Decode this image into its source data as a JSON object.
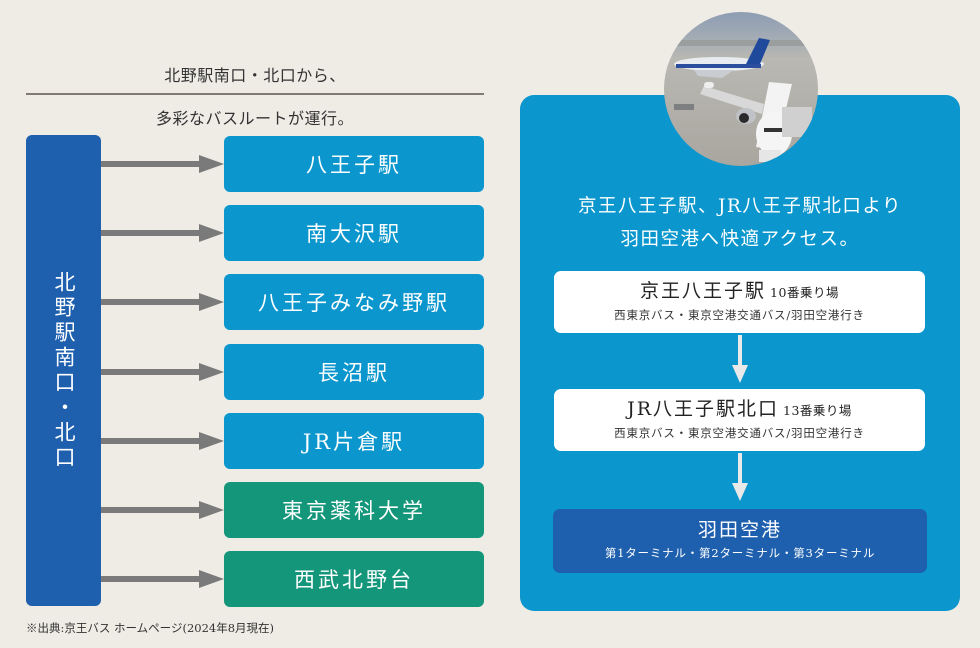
{
  "left": {
    "heading_line1": "北野駅南口・北口から、",
    "heading_line2": "多彩なバスルートが運行。",
    "origin": "北野駅南口・北口",
    "destinations": [
      {
        "label": "八王子駅",
        "color": "#0b97cd"
      },
      {
        "label": "南大沢駅",
        "color": "#0b97cd"
      },
      {
        "label": "八王子みなみ野駅",
        "color": "#0b97cd"
      },
      {
        "label": "長沼駅",
        "color": "#0b97cd"
      },
      {
        "label": "JR片倉駅",
        "color": "#0b97cd"
      },
      {
        "label": "東京薬科大学",
        "color": "#14967a"
      },
      {
        "label": "西武北野台",
        "color": "#14967a"
      }
    ],
    "arrow_color": "#7a7a7a",
    "source_note": "※出典:京王バス ホームページ(2024年8月現在)"
  },
  "right": {
    "photo_icon": "airplane-photo",
    "title_line1": "京王八王子駅、JR八王子駅北口より",
    "title_line2": "羽田空港へ快適アクセス。",
    "stops": [
      {
        "name": "京王八王子駅",
        "platform": "10番乗り場",
        "route": "西東京バス・東京空港交通バス/羽田空港行き"
      },
      {
        "name": "JR八王子駅北口",
        "platform": "13番乗り場",
        "route": "西東京バス・東京空港交通バス/羽田空港行き"
      }
    ],
    "final": {
      "name": "羽田空港",
      "terminals": "第1ターミナル・第2ターミナル・第3ターミナル"
    },
    "panel_color": "#0b97cd",
    "final_color": "#1e5fae"
  }
}
